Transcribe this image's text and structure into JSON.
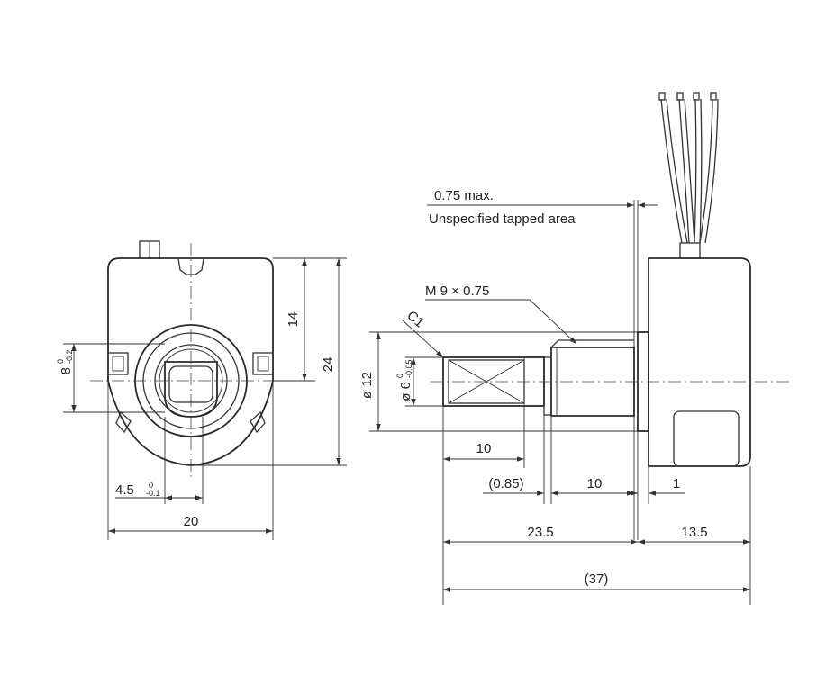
{
  "notes": {
    "max_depth": "0.75 max.",
    "tapped_area": "Unspecified tapped area",
    "thread": "M 9 × 0.75",
    "chamfer": "C1"
  },
  "front_view": {
    "height_flat": "8",
    "height_flat_tol_upper": "0",
    "height_flat_tol_lower": "-0.2",
    "height_14": "14",
    "height_24": "24",
    "offset": "4.5",
    "offset_tol_upper": "0",
    "offset_tol_lower": "-0.1",
    "width": "20"
  },
  "side_view": {
    "dia_12": "ø 12",
    "dia_6": "ø 6",
    "dia_6_tol_upper": "0",
    "dia_6_tol_lower": "-0.05",
    "len_10_shaft": "10",
    "len_085": "(0.85)",
    "len_10_thread": "10",
    "len_1": "1",
    "len_235": "23.5",
    "len_135": "13.5",
    "len_37": "(37)"
  },
  "colors": {
    "line": "#333333",
    "background": "#ffffff"
  }
}
